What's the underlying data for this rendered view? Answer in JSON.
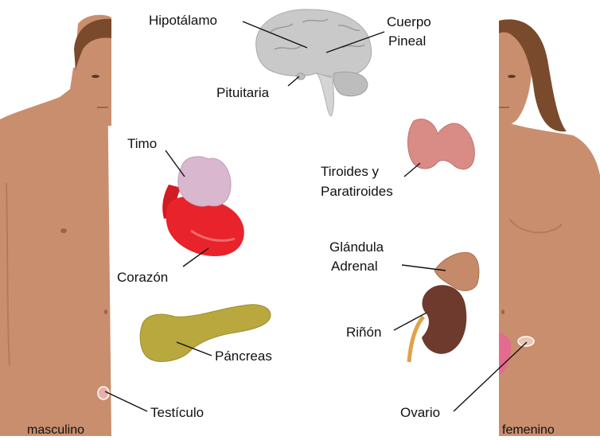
{
  "labels": {
    "hypothalamus": "Hipotálamo",
    "pineal_line1": "Cuerpo",
    "pineal_line2": "Pineal",
    "pituitary": "Pituitaria",
    "thymus": "Timo",
    "thyroid_line1": "Tiroides y",
    "thyroid_line2": "Paratiroides",
    "heart": "Corazón",
    "adrenal_line1": "Glándula",
    "adrenal_line2": "Adrenal",
    "kidney": "Riñón",
    "pancreas": "Páncreas",
    "testicle": "Testículo",
    "ovary": "Ovario"
  },
  "figures": {
    "male_caption": "masculino",
    "female_caption": "femenino"
  },
  "colors": {
    "skin": "#C98E6E",
    "skin_shadow": "#B57A5C",
    "hair": "#7A4A2C",
    "brain": "#C9C9C9",
    "heart": "#E8232B",
    "thymus": "#D9B7CF",
    "thyroid": "#D98B86",
    "pancreas": "#B8A83E",
    "kidney": "#6E3A2E",
    "adrenal": "#C58A6A",
    "leader_line": "#111111"
  }
}
